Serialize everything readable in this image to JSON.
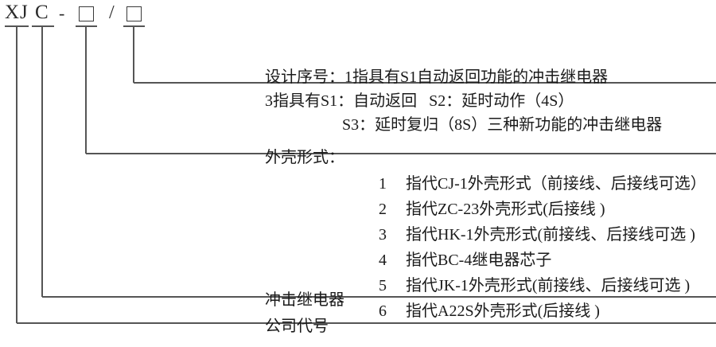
{
  "model_code": {
    "prefix": "XJ",
    "series": "C",
    "dash": "-",
    "slash": "/",
    "shell_box": "□",
    "design_box": "□"
  },
  "design_number": {
    "line1": "设计序号：1指具有S1自动返回功能的冲击继电器",
    "line2": "3指具有S1：自动返回   S2：延时动作（4S）",
    "line3": "S3：延时复归（8S）三种新功能的冲击继电器"
  },
  "shell_form": {
    "heading": "外壳形式：",
    "items": [
      {
        "num": "1",
        "desc": "指代CJ-1外壳形式（前接线、后接线可选）"
      },
      {
        "num": "2",
        "desc": "指代ZC-23外壳形式(后接线 )"
      },
      {
        "num": "3",
        "desc": "指代HK-1外壳形式(前接线、后接线可选 )"
      },
      {
        "num": "4",
        "desc": "指代BC-4继电器芯子"
      },
      {
        "num": "5",
        "desc": "指代JK-1外壳形式(前接线、后接线可选 )"
      },
      {
        "num": "6",
        "desc": "指代A22S外壳形式(后接线 )"
      }
    ]
  },
  "relay_label": "冲击继电器",
  "company_label": "公司代号",
  "colors": {
    "line": "#555555",
    "text": "#1b1b1b",
    "background": "#ffffff"
  }
}
